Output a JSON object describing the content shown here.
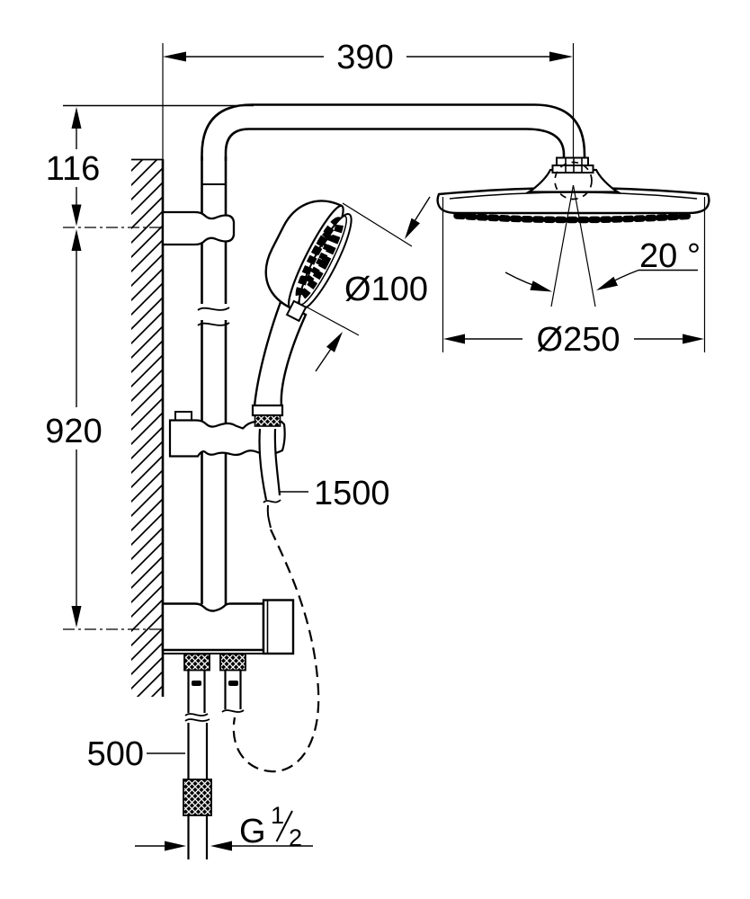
{
  "drawing": {
    "type": "technical-dimension-drawing",
    "subject": "shower system with head shower, hand shower and diverter",
    "colors": {
      "line": "#000000",
      "background": "#ffffff"
    },
    "dims": {
      "arm_projection": "390",
      "arm_drop": "116",
      "rail_height": "920",
      "hand_shower_diameter": "Ø100",
      "head_swivel_angle": "20 °",
      "head_shower_diameter": "Ø250",
      "shower_hose_length": "1500",
      "inlet_hose_length": "500",
      "thread_letter": "G",
      "thread_numerator": "1",
      "thread_denominator": "2"
    }
  }
}
